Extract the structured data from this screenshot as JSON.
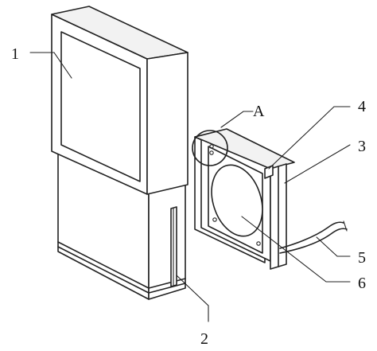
{
  "labels": {
    "l1": "1",
    "l2": "2",
    "l3": "3",
    "l4": "4",
    "l5": "5",
    "l6": "6",
    "lA": "A"
  },
  "colors": {
    "line": "#222222",
    "background": "#ffffff"
  }
}
